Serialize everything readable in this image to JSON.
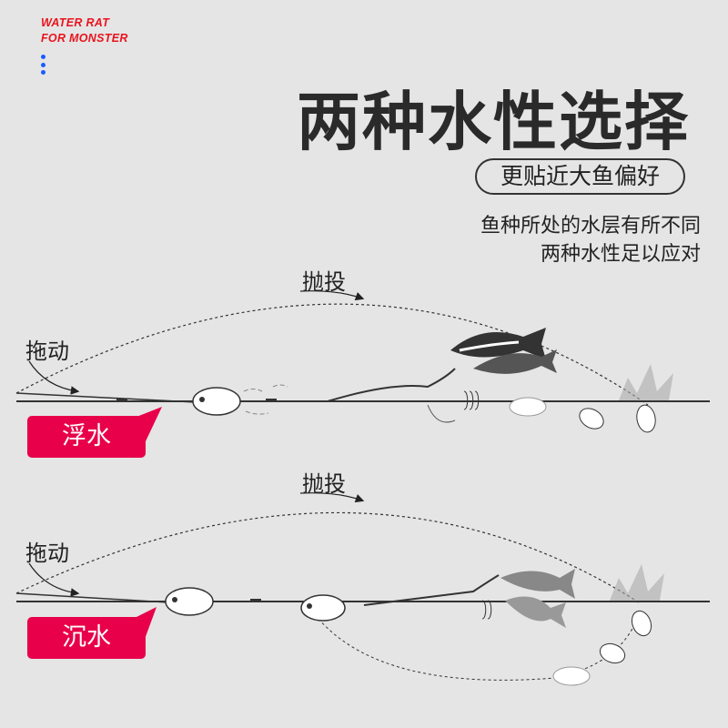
{
  "logo": {
    "line1": "WATER RAT",
    "line2": "FOR MONSTER"
  },
  "title": "两种水性选择",
  "subtitle": "更贴近大鱼偏好",
  "description": [
    "鱼种所处的水层有所不同",
    "两种水性足以应对"
  ],
  "floating": {
    "cast_label": "抛投",
    "drag_label": "拖动",
    "tag": "浮水"
  },
  "sinking": {
    "cast_label": "抛投",
    "drag_label": "拖动",
    "tag": "沉水"
  },
  "colors": {
    "accent": "#e8004a",
    "logo": "#e8141e",
    "dots": "#1a5cff"
  }
}
